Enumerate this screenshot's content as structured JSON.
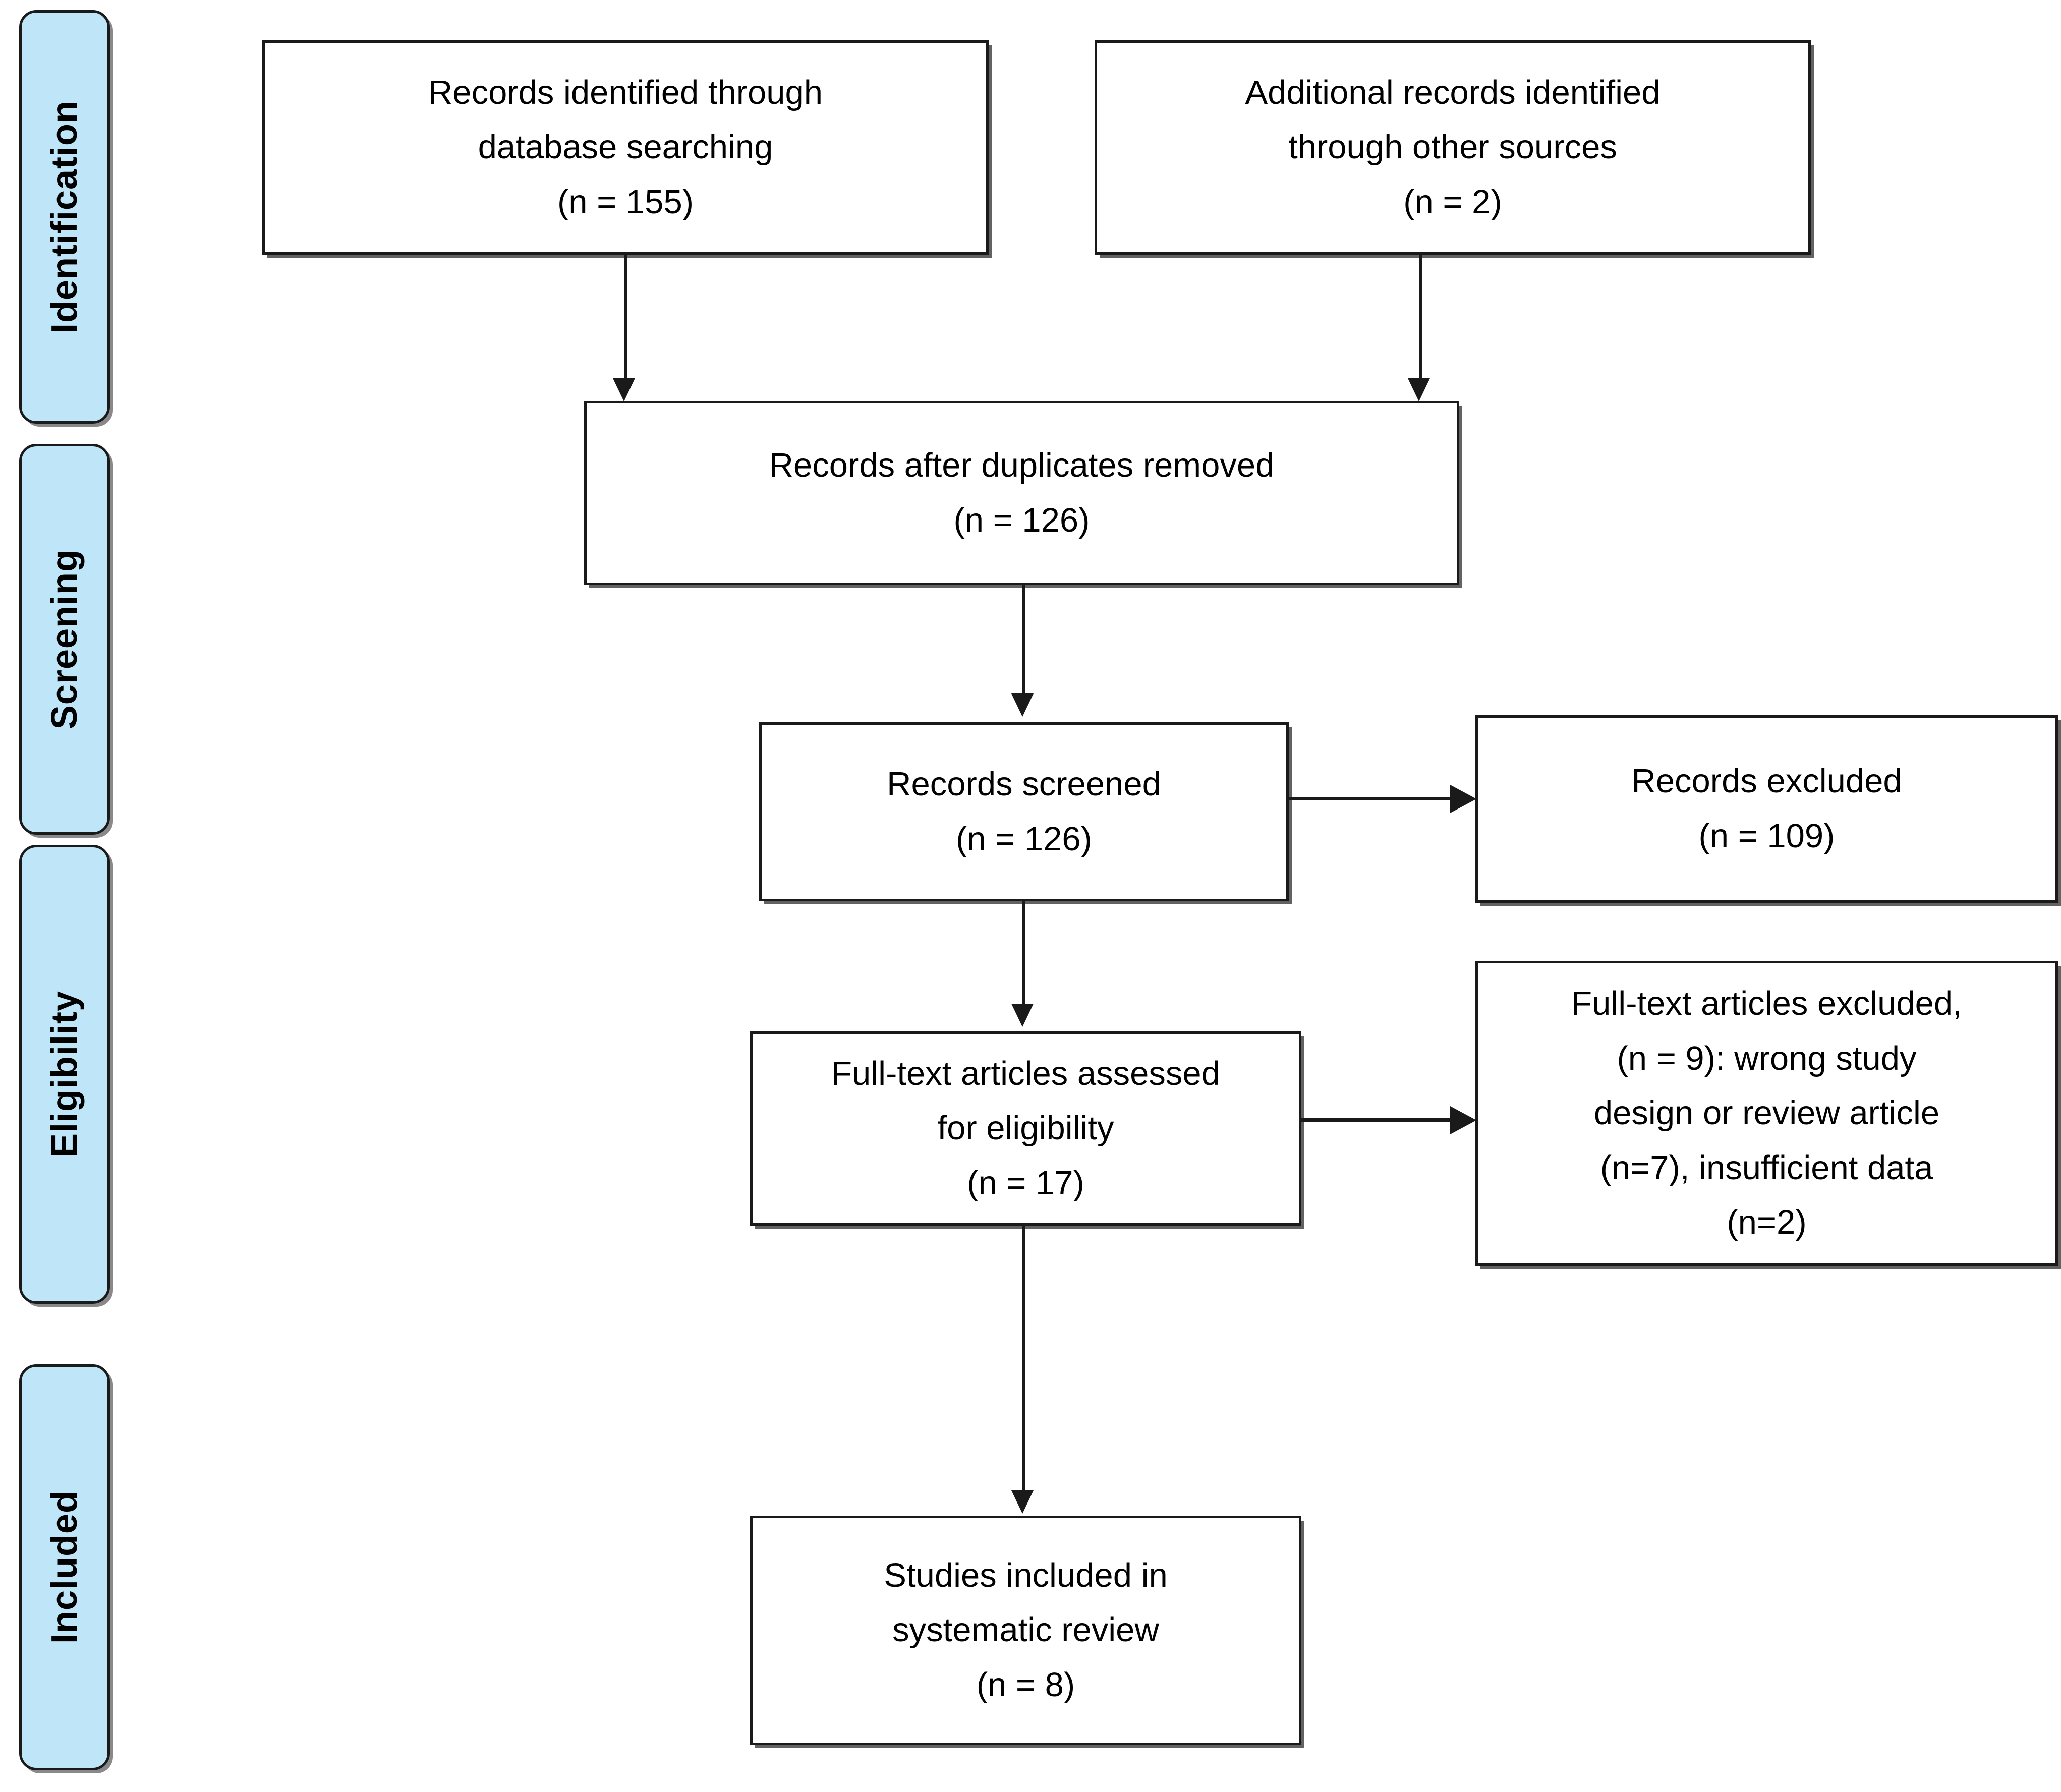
{
  "diagram": {
    "type": "prisma-flow-diagram",
    "accent_color": "#bfe5f8",
    "line_color": "#1a1a1a",
    "background_color": "#ffffff"
  },
  "stages": [
    {
      "id": "identification",
      "label": "Identification"
    },
    {
      "id": "screening",
      "label": "Screening"
    },
    {
      "id": "eligibility",
      "label": "Eligibility"
    },
    {
      "id": "included",
      "label": "Included"
    }
  ],
  "boxes": {
    "records_identified_db": {
      "text": "Records identified through\ndatabase searching\n(n = 155)",
      "count": 155
    },
    "records_identified_other": {
      "text": "Additional records identified\nthrough other sources\n(n = 2)",
      "count": 2
    },
    "records_after_duplicates": {
      "text": "Records after duplicates removed\n(n = 126)",
      "count": 126
    },
    "records_screened": {
      "text": "Records screened\n(n = 126)",
      "count": 126
    },
    "records_excluded": {
      "text": "Records excluded\n(n = 109)",
      "count": 109
    },
    "fulltext_assessed": {
      "text": "Full-text articles assessed\nfor eligibility\n(n = 17)",
      "count": 17
    },
    "fulltext_excluded": {
      "text": "Full-text articles excluded,\n(n = 9): wrong study\ndesign or review article\n(n=7), insufficient data\n(n=2)",
      "count": 9
    },
    "studies_included": {
      "text": "Studies included in\nsystematic review\n(n = 8)",
      "count": 8
    }
  }
}
